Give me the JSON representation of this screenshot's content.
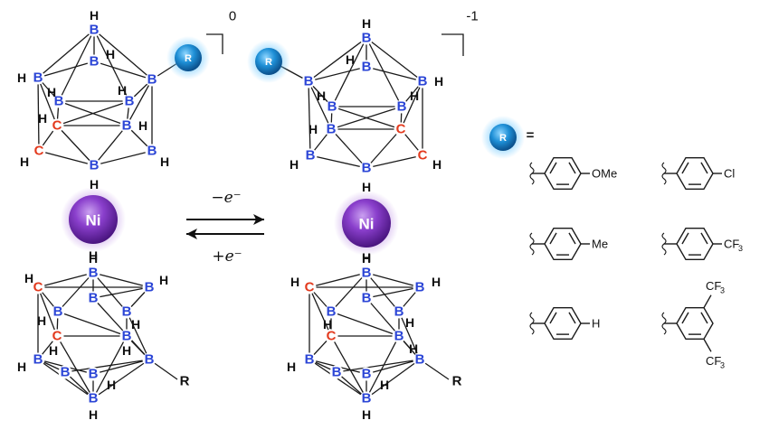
{
  "atoms": {
    "boron": "B",
    "carbon": "C",
    "hydrogen": "H",
    "nickel": "Ni",
    "r_group": "R"
  },
  "charges": {
    "neutral": "0",
    "anion": "-1"
  },
  "reaction": {
    "oxidation": "−e⁻",
    "reduction": "+e⁻"
  },
  "legend": {
    "equals": "=",
    "substituents": [
      {
        "para": "OMe"
      },
      {
        "para": "Cl"
      },
      {
        "para": "Me"
      },
      {
        "para": "CF",
        "sub": "3"
      },
      {
        "para": "H"
      },
      {
        "meta": "CF",
        "sub": "3"
      }
    ]
  },
  "colors": {
    "boron": "#2b45d6",
    "carbon": "#e33a1e",
    "nickel": "#7d2fbf",
    "r_sphere": "#1ea0e6"
  }
}
